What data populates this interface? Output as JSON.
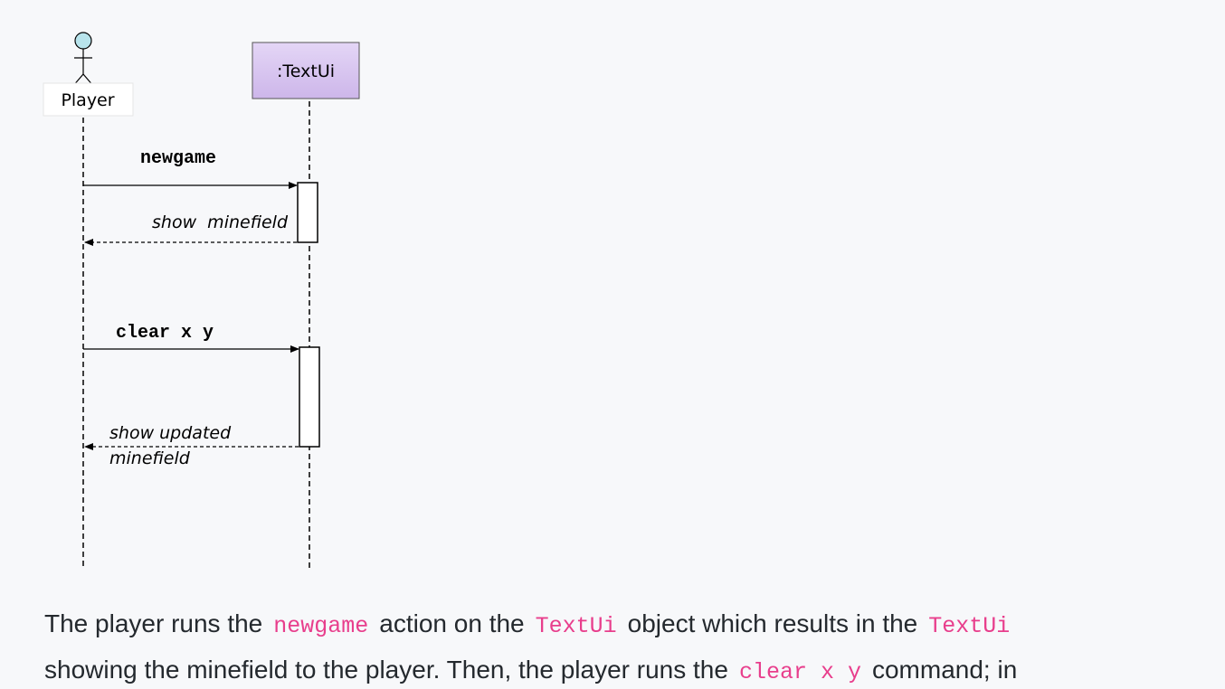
{
  "diagram": {
    "actor_label": "Player",
    "object_label": ":TextUi",
    "messages": [
      {
        "text": "newgame",
        "kind": "call"
      },
      {
        "text": "show  minefield",
        "kind": "return"
      },
      {
        "text": "clear x y",
        "kind": "call"
      },
      {
        "text": "show updated",
        "kind": "return"
      },
      {
        "text": "minefield",
        "kind": "return-continued"
      }
    ],
    "colors": {
      "object_fill": "#d9c6f0",
      "actor_head": "#b8e4ec",
      "line": "#000000"
    }
  },
  "paragraph": {
    "seg1": "The player runs the",
    "code1": "newgame",
    "seg2": "action on the",
    "code2": "TextUi",
    "seg3": "object which results in the",
    "code3": "TextUi",
    "seg4": "showing the minefield to the player. Then, the player runs the",
    "code4": "clear x y",
    "seg5": "command; in"
  }
}
